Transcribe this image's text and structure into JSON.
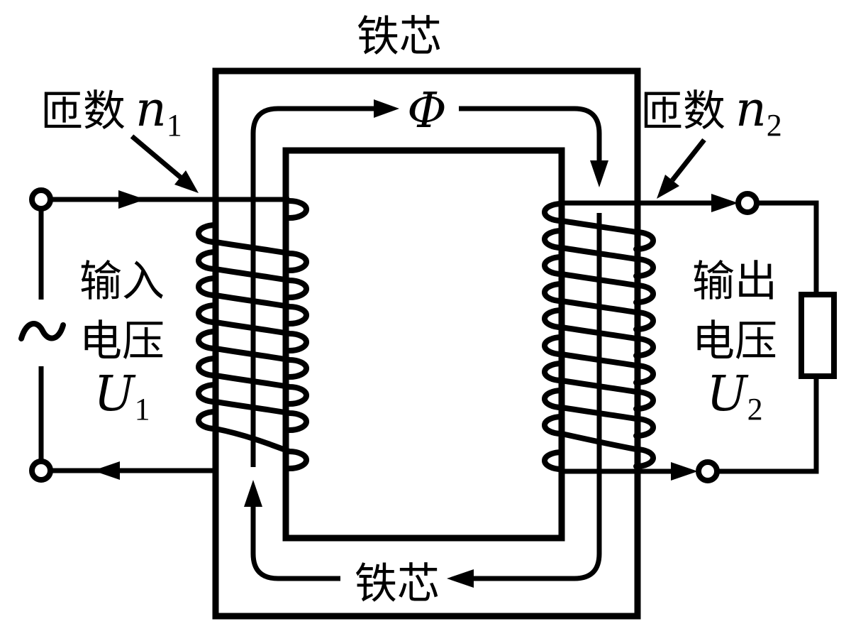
{
  "labels": {
    "core_top": "铁芯",
    "core_bottom": "铁芯",
    "flux_symbol": "Φ",
    "primary_turns": {
      "prefix": "匝数",
      "symbol": "n",
      "sub": "1"
    },
    "secondary_turns": {
      "prefix": "匝数",
      "symbol": "n",
      "sub": "2"
    },
    "input_voltage": {
      "line1": "输入",
      "line2": "电压",
      "symbol": "U",
      "sub": "1"
    },
    "output_voltage": {
      "line1": "输出",
      "line2": "电压",
      "symbol": "U",
      "sub": "2"
    },
    "ac_source_symbol": "~"
  },
  "colors": {
    "ink": "#000000",
    "background": "#ffffff"
  }
}
